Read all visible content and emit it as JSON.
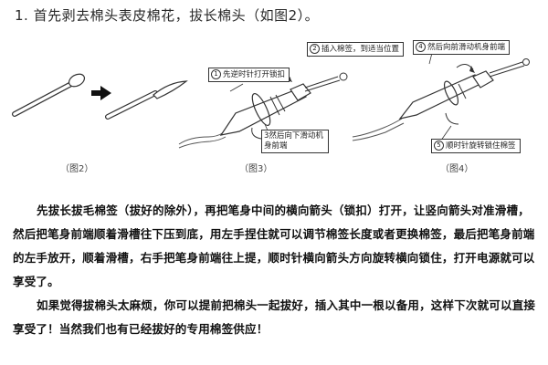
{
  "heading": "1. 首先剥去棉头表皮棉花，拔长棉头（如图2）。",
  "figures": {
    "fig2_label": "（图2）",
    "fig3_label": "（图3）",
    "fig4_label": "（图4）"
  },
  "callouts": {
    "step1_num": "1",
    "step1_text": "先逆时针打开锁扣",
    "step2_num": "2",
    "step2_text": "插入棉签，到适当位置",
    "step3_num": "3",
    "step3_text": "然后向下滑动机身前端",
    "step4_num": "4",
    "step4_text": "然后向前滑动机身前端",
    "step5_num": "5",
    "step5_text": "顺时针旋转锁住棉签"
  },
  "paragraphs": [
    "先拔长拔毛棉签（拔好的除外），再把笔身中间的横向箭头（锁扣）打开，让竖向箭头对准滑槽，然后把笔身前端顺着滑槽往下压到底，用左手捏住就可以调节棉签长度或者更换棉签，最后把笔身前端的左手放开，顺着滑槽，右手把笔身前端往上提，顺时针横向箭头方向旋转横向锁住，打开电源就可以享受了。",
    "如果觉得拔棉头太麻烦，你可以提前把棉头一起拔好，插入其中一根以备用，这样下次就可以直接享受了！当然我们也有已经拔好的专用棉签供应！"
  ],
  "colors": {
    "text": "#111111",
    "line": "#333333"
  }
}
